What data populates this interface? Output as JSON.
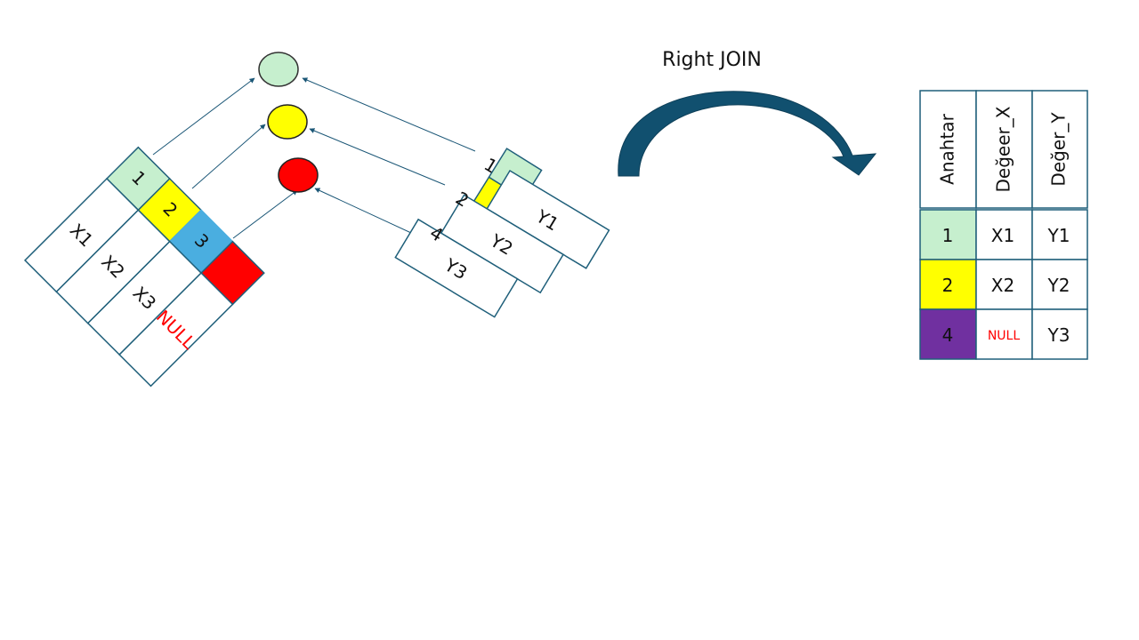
{
  "title": "Right JOIN",
  "colors": {
    "border": "#1f5f7a",
    "arrow": "#1a5676",
    "key1": "#c6efce",
    "key2": "#ffff00",
    "key3": "#4aaee0",
    "key3_match": "#ff0000",
    "key4": "#7030a0",
    "null_text": "#ff0000"
  },
  "left_table": {
    "keys": [
      "1",
      "2",
      "3"
    ],
    "values": [
      "X1",
      "X2",
      "X3",
      "NULL"
    ]
  },
  "right_table": {
    "keys": [
      "1",
      "2",
      "4"
    ],
    "values": [
      "Y1",
      "Y2",
      "Y3"
    ]
  },
  "result_table": {
    "headers": [
      "Anahtar",
      "Değeer_X",
      "Değer_Y"
    ],
    "rows": [
      {
        "key": "1",
        "x": "X1",
        "y": "Y1",
        "color": "#c6efce"
      },
      {
        "key": "2",
        "x": "X2",
        "y": "Y2",
        "color": "#ffff00"
      },
      {
        "key": "4",
        "x": "NULL",
        "y": "Y3",
        "color": "#7030a0"
      }
    ]
  }
}
